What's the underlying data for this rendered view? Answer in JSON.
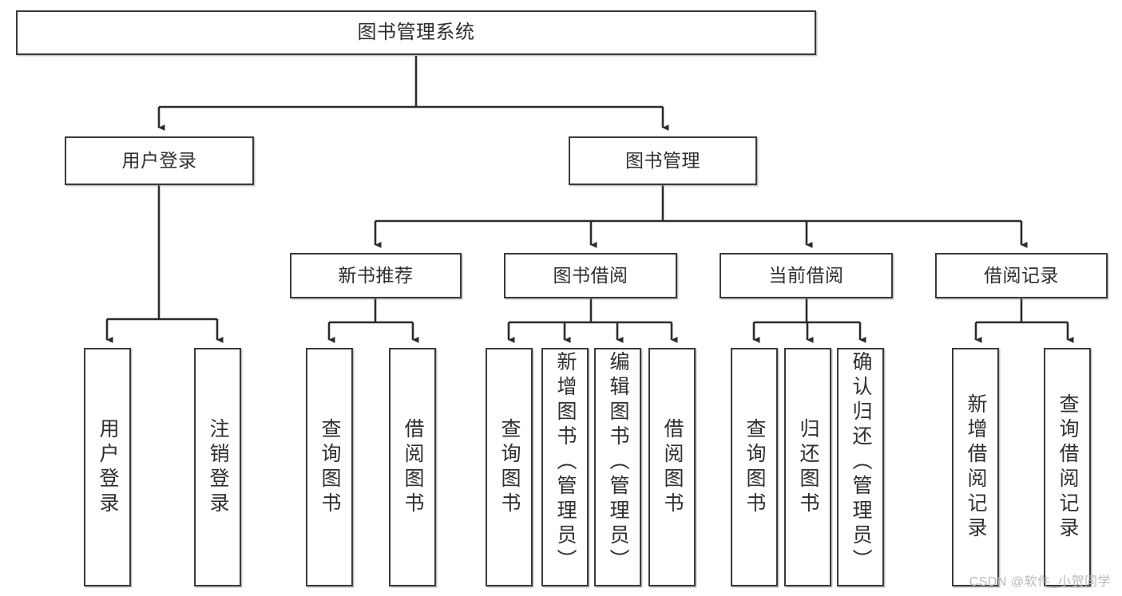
{
  "diagram": {
    "title": "图书管理系统",
    "watermark": "CSDN @软件_小贺同学",
    "colors": {
      "box_border": "#3a3a3a",
      "box_fill": "#ffffff",
      "text": "#2f2f2f",
      "connector": "#2b2b2b",
      "watermark": "#b9b9b9"
    },
    "root": {
      "label": "图书管理系统"
    },
    "level2": [
      {
        "label": "用户登录"
      },
      {
        "label": "图书管理"
      }
    ],
    "level3": [
      {
        "label": "新书推荐"
      },
      {
        "label": "图书借阅"
      },
      {
        "label": "当前借阅"
      },
      {
        "label": "借阅记录"
      }
    ],
    "leaves": {
      "user_login": [
        {
          "label": "用户登录"
        },
        {
          "label": "注销登录"
        }
      ],
      "new_book": [
        {
          "label": "查询图书"
        },
        {
          "label": "借阅图书"
        }
      ],
      "book_borrow": [
        {
          "label": "查询图书"
        },
        {
          "label": "新增图书（管理员）"
        },
        {
          "label": "编辑图书（管理员）"
        },
        {
          "label": "借阅图书"
        }
      ],
      "current_borrow": [
        {
          "label": "查询图书"
        },
        {
          "label": "归还图书"
        },
        {
          "label": "确认归还（管理员）"
        }
      ],
      "borrow_record": [
        {
          "label": "新增借阅记录"
        },
        {
          "label": "查询借阅记录"
        }
      ]
    }
  }
}
